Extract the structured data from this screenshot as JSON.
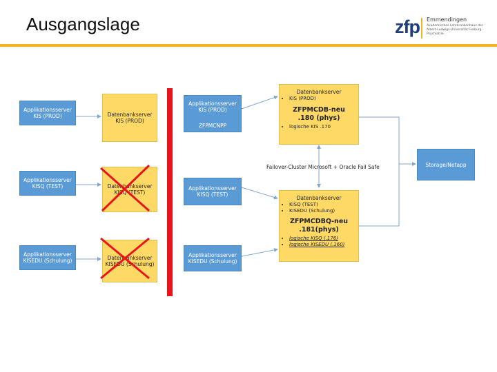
{
  "page": {
    "title": "Ausgangslage"
  },
  "logo": {
    "mark": "zfp",
    "name": "Emmendingen",
    "subtitle": "Akademisches Lehrkrankenhaus der Albert-Ludwigs-Universität Freiburg · Psychiatrie ·"
  },
  "diagram": {
    "app_left": [
      "Applikationsserver KIS (PROD)",
      "Applikationsserver KISQ (TEST)",
      "Applikationsserver KISEDU (Schulung)"
    ],
    "db_left": [
      "Datenbankserver KIS (PROD)",
      "Datenbankserver KISQ (TEST)",
      "Datenbankserver KISEDU (Schulung)"
    ],
    "app_right": [
      "Applikationsserver KIS (PROD)",
      "Applikationsserver KISQ (TEST)",
      "Applikationsserver KISEDU (Schulung)"
    ],
    "app_right_extra": "ZFPMCNPP",
    "db_top": {
      "title": "Datenbankserver",
      "items": [
        "KIS (PROD)"
      ],
      "host": "ZFPMCDB-neu",
      "ip": ".180 (phys)",
      "logical": [
        "logische KIS .170"
      ]
    },
    "db_bottom": {
      "title": "Datenbankserver",
      "items": [
        "KISQ (TEST)",
        "KISEDU (Schulung)"
      ],
      "host": "ZFPMCDBQ-neu",
      "ip": ".181(phys)",
      "logical": [
        "logische KISQ (.176)",
        "logische KISEDU (.160)"
      ]
    },
    "failover_label": "Failover-Cluster Microsoft + Oracle Fail Safe",
    "storage": "Storage/Netapp",
    "colors": {
      "app": "#5b9bd5",
      "db": "#ffd966",
      "cross": "#e8141b",
      "accent": "#f2b51e"
    }
  }
}
